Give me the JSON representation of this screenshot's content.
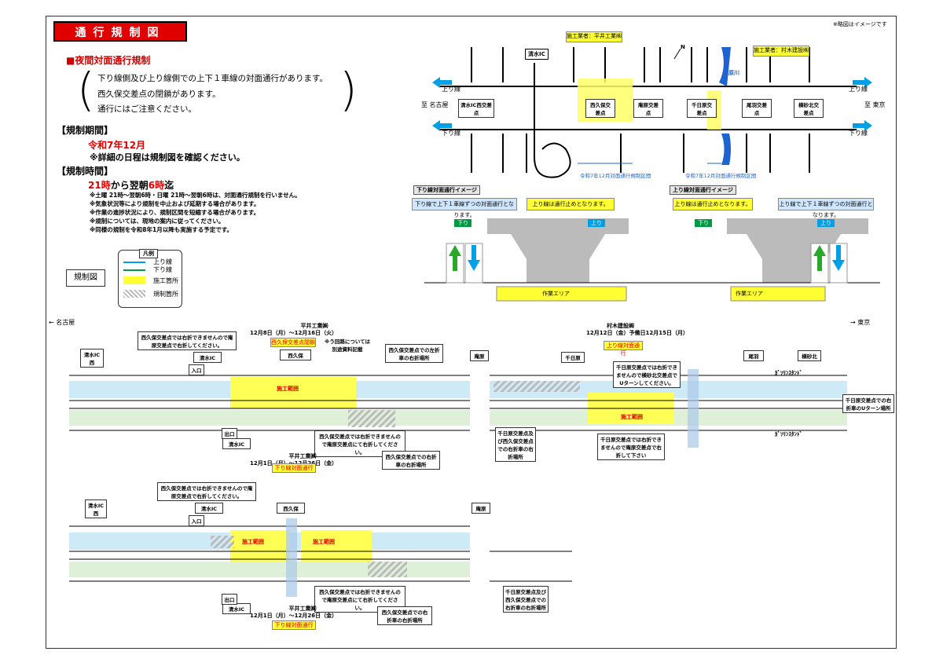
{
  "top_note": "※略図はイメージです",
  "title": "通行規制図",
  "heading": "■夜間対面通行規制",
  "notice_lines": [
    "下り線側及び上り線側での上下１車線の対面通行があります。",
    "西久保交差点の閉鎖があります。",
    "通行にはご注意ください。"
  ],
  "period": {
    "label": "【規制期間】",
    "value": "令和7年12月",
    "note": "※詳細の日程は規制図を確認ください。"
  },
  "time": {
    "label": "【規制時間】",
    "value_a": "21時",
    "value_mid": "から翌朝",
    "value_b": "6時",
    "value_end": "迄"
  },
  "notes": [
    "※土曜 21時～翌朝6時・日曜 21時～翌朝6時は、対面通行規制を行いません。",
    "※気象状況等により規制を中止および延期する場合があります。",
    "※作業の進捗状況により、規制区間を短縮する場合があります。",
    "※規制については、現地の案内に従ってください。",
    "※同様の規制を令和8年1月以降も実施する予定です。"
  ],
  "legend": {
    "title": "凡例",
    "items": [
      "上り線",
      "下り線",
      "施工箇所",
      "規制箇所"
    ]
  },
  "kiseizu": "規制図",
  "colors": {
    "up": "#00a0e9",
    "down": "#009944",
    "work": "#ffff00",
    "accent": "#e00000"
  },
  "map": {
    "contractor1": "施工業者：平井工業㈱",
    "contractor2": "施工業者：村木建設㈱",
    "ic": "清水IC",
    "north": "N",
    "up": "上り線",
    "down": "下り線",
    "left_city": "至 名古屋",
    "right_city": "至 東京",
    "intersections": [
      "清水IC西交差点",
      "西久保交差点",
      "庵原交差点",
      "千日原交差点",
      "尾羽交差点",
      "横砂北交差点"
    ],
    "section1": "令和7年12月対面通行規制区間",
    "section2": "令和7年12月対面通行規制区間",
    "river": "庵原川"
  },
  "images": {
    "down_title": "下り線対面通行イメージ",
    "down_text1": "下り線で上下１車線ずつの対面通行となります。",
    "down_text2": "上り線は通行止めとなります。",
    "up_title": "上り線対面通行イメージ",
    "up_text1": "上り線は通行止めとなります。",
    "up_text2": "上り線で上下１車線ずつの対面通行となります。",
    "down_tag": "下り",
    "up_tag": "上り",
    "work_area": "作業エリア"
  },
  "plans": {
    "dir_left": "← 名古屋",
    "dir_right": "→ 東京",
    "p1_company": "平井工業㈱",
    "p1_date": "12月8日（月）～12月16日（火）",
    "p1_closed": "西久保交差点閉鎖",
    "p1_note": "※う回路については別途資料記載",
    "p1_nishikubo": "西久保",
    "p1_work": "施工範囲",
    "p1_call1": "西久保交差点では右折できませんので庵原交差点で右折してください。",
    "p1_call2": "西久保交差点での左折車の右折場所",
    "p1_call3": "西久保交差点では右折できませんので庵原交差点にて右折してください。",
    "p1_call4": "西久保交差点での右折車の右折場所",
    "p1_bottom_company": "平井工業㈱",
    "p1_bottom_date": "12月1日（月）～12月26日（金）",
    "p1_bottom_tag": "下り線対面通行",
    "shimizu_ic": "清水IC",
    "shimizu_ic_west": "清水IC西",
    "ihara": "庵原",
    "sennichi": "千日原",
    "obane": "尾羽",
    "yokosuna": "横砂北",
    "iriguchi": "入口",
    "deguchi": "出口",
    "p2_company": "村木建設㈱",
    "p2_date": "12月12日（金）予備日12月15日（月）",
    "p2_tag": "上り線対面通行",
    "p2_work": "施工範囲",
    "p2_call1": "千日原交差点では右折できませんので横砂北交差点でUターンしてください。",
    "p2_call2": "千日原交差点での右折車のUターン場所",
    "p2_call3": "千日原交差点及び西久保交差点での右折車の右折場所",
    "p2_call4": "千日原交差点では右折できませんので庵原交差点で右折して下さい",
    "gas": "ｶﾞｿﾘﾝｽﾀﾝﾄﾞ",
    "p3_work_a": "施工範囲",
    "p3_work_b": "施工範囲",
    "p3_call1": "西久保交差点では右折できませんので庵原交差点で右折してください。",
    "p3_call2": "西久保交差点では右折できませんので庵原交差点にて右折してください。",
    "p3_call3": "西久保交差点での右折車の右折場所",
    "p3_call4": "千日原交差点及び西久保交差点での右折車の右折場所",
    "p3_company": "平井工業㈱",
    "p3_date": "12月1日（月）～12月26日（金）",
    "p3_tag": "下り線対面通行"
  }
}
